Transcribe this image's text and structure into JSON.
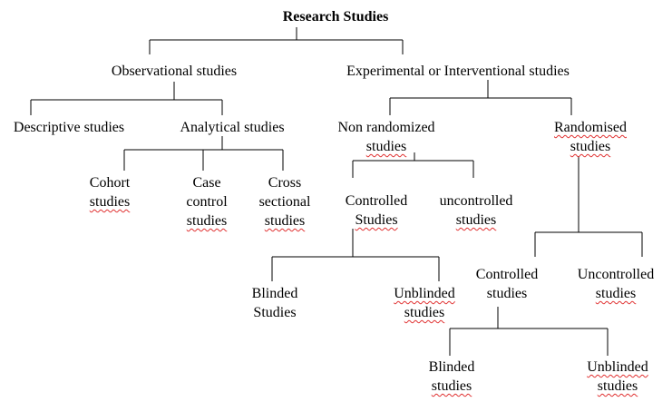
{
  "title": "Research Studies",
  "nodes": {
    "observational": "Observational studies",
    "experimental": "Experimental or Interventional studies",
    "descriptive": "Descriptive studies",
    "analytical": "Analytical studies",
    "non_randomized": [
      "Non randomized",
      "studies"
    ],
    "randomised": [
      "Randomised",
      "studies"
    ],
    "cohort": [
      "Cohort",
      "studies"
    ],
    "case_control": [
      "Case",
      "control",
      "studies"
    ],
    "cross_sectional": [
      "Cross",
      "sectional",
      "studies"
    ],
    "controlled_nr": [
      "Controlled",
      "Studies"
    ],
    "uncontrolled_nr": [
      "uncontrolled",
      "studies"
    ],
    "controlled_r": [
      "Controlled",
      "studies"
    ],
    "uncontrolled_r": [
      "Uncontrolled",
      "studies"
    ],
    "blinded_nr": [
      "Blinded",
      "Studies"
    ],
    "unblinded_nr": [
      "Unblinded",
      "studies"
    ],
    "blinded_r": [
      "Blinded",
      "studies"
    ],
    "unblinded_r": [
      "Unblinded",
      "studies"
    ]
  },
  "colors": {
    "line": "#000000",
    "text": "#000000",
    "spellcheck": "#e03030"
  }
}
